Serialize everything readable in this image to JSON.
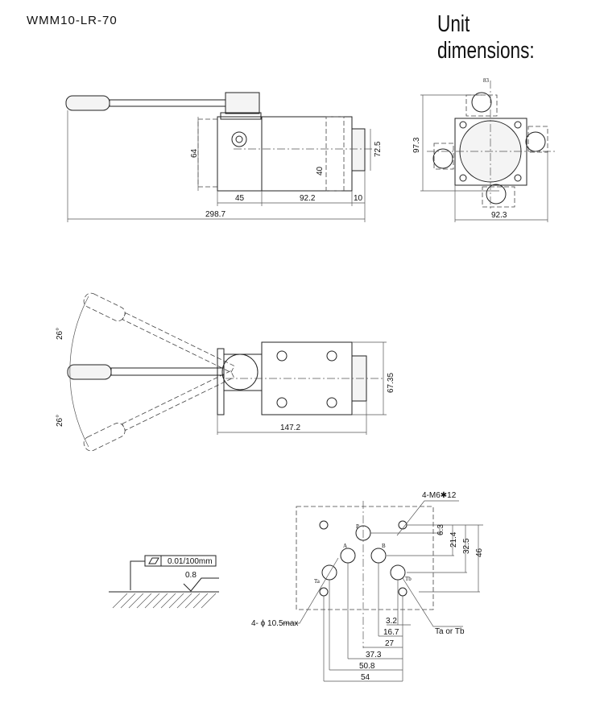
{
  "header": {
    "model": "WMM10-LR-70",
    "title": "Unit dimensions:"
  },
  "side_view": {
    "dims": {
      "height": "64",
      "cap_height": "72.5",
      "inner": "40",
      "left": "45",
      "body": "92.2",
      "cap": "10",
      "overall": "298.7"
    }
  },
  "end_view": {
    "dims": {
      "top": "83",
      "height": "97.3",
      "width": "92.3"
    }
  },
  "top_view": {
    "dims": {
      "angle_up": "26°",
      "angle_down": "26°",
      "height": "67.35",
      "length": "147.2"
    }
  },
  "surface": {
    "flatness": "0.01/100mm",
    "roughness": "0.8"
  },
  "mounting": {
    "labels": {
      "thread": "4-M6✱12",
      "port_dia": "4- ϕ 10.5max",
      "port_note": "Ta or Tb",
      "P": "P",
      "A": "A",
      "B": "B",
      "Ta": "Ta",
      "Tb": "Tb"
    },
    "dims_v": [
      "6.3",
      "21.4",
      "32.5",
      "46"
    ],
    "dims_h": [
      "3.2",
      "16.7",
      "27",
      "37.3",
      "50.8",
      "54"
    ]
  }
}
